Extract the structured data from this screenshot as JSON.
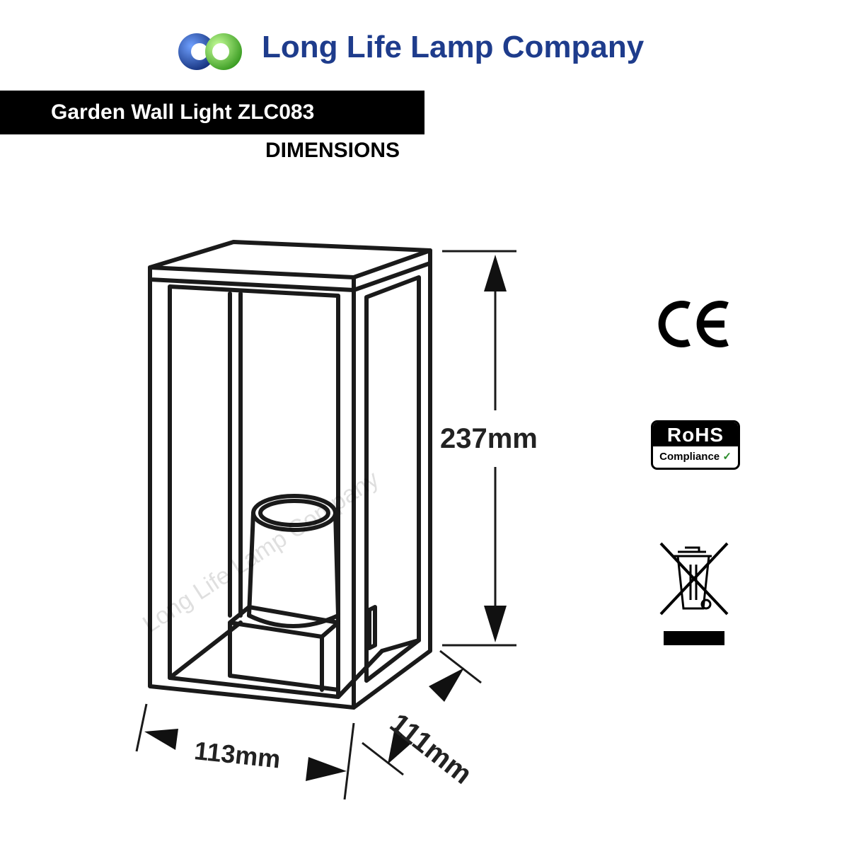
{
  "header": {
    "company_name": "Long Life Lamp Company",
    "product_title": "Garden Wall Light ZLC083",
    "section_label": "DIMENSIONS"
  },
  "dimensions": {
    "height": "237mm",
    "width": "113mm",
    "depth": "111mm"
  },
  "watermark": "Long Life Lamp Company",
  "certifications": {
    "ce": "CE",
    "rohs_top": "RoHS",
    "rohs_bottom": "Compliance"
  },
  "colors": {
    "brand_text": "#1e3c8c",
    "logo_blue": "#1f4aa8",
    "logo_green": "#5cc43a",
    "title_bar": "#000000"
  },
  "icons": [
    "company-logo",
    "ce-mark-icon",
    "rohs-compliance-icon",
    "weee-crossed-bin-icon",
    "dimension-arrow-icon"
  ]
}
